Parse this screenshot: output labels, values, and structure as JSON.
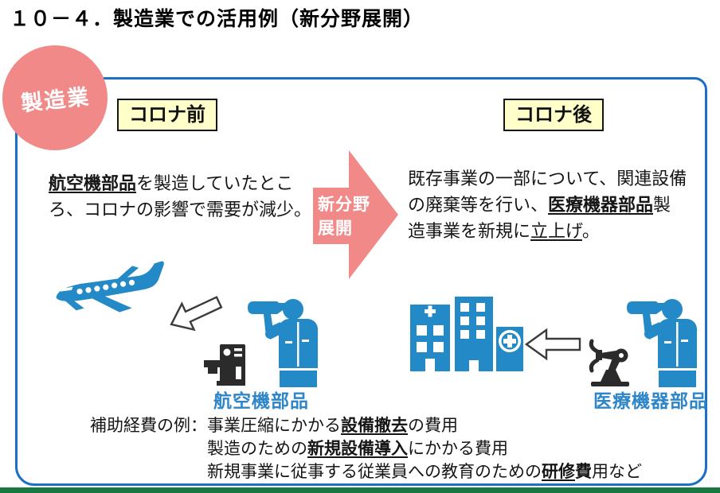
{
  "colors": {
    "accent_pink": "#F28989",
    "border_blue": "#1B6FC5",
    "icon_blue": "#2389C7",
    "caption_blue": "#2E86C8",
    "label_yellow": "#FFFFC9",
    "bottom_green": "#187841",
    "icon_black": "#2B2B2B"
  },
  "page": {
    "title": "１０－４．製造業での活用例（新分野展開）"
  },
  "badge": {
    "label": "製造業"
  },
  "arrow": {
    "label_line1": "新分野",
    "label_line2": "展開"
  },
  "before": {
    "label": "コロナ前",
    "description": [
      {
        "t": "航空機部品",
        "b": true,
        "u": true
      },
      {
        "t": "を製造していたとこ"
      },
      {
        "br": true
      },
      {
        "t": "ろ、コロナの影響で需要が減少。"
      }
    ],
    "caption": "航空機部品",
    "icons": [
      "airplane-icon",
      "hollow-arrow-left-icon",
      "milling-machine-icon",
      "factory-worker-icon"
    ]
  },
  "after": {
    "label": "コロナ後",
    "description": [
      {
        "t": "既存事業の一部について、関連設備"
      },
      {
        "br": true
      },
      {
        "t": "の廃棄等を行い、"
      },
      {
        "t": "医療機器部品",
        "b": true,
        "u": true
      },
      {
        "t": "製"
      },
      {
        "br": true
      },
      {
        "t": "造事業を新規に"
      },
      {
        "t": "立上げ",
        "u": true
      },
      {
        "t": "。"
      }
    ],
    "caption": "医療機器部品",
    "icons": [
      "hospital-icon",
      "hollow-arrow-left-icon",
      "robot-arm-icon",
      "factory-worker-icon"
    ]
  },
  "expenses": {
    "prefix": "補助経費の例：",
    "lines": [
      [
        {
          "t": "事業圧縮にかかる"
        },
        {
          "t": "設備撤去",
          "b": true,
          "u": true
        },
        {
          "t": "の費用"
        }
      ],
      [
        {
          "t": "製造のための"
        },
        {
          "t": "新規設備導入",
          "b": true,
          "u": true
        },
        {
          "t": "にかかる費用"
        }
      ],
      [
        {
          "t": "新規事業に従事する従業員への教育のための"
        },
        {
          "t": "研修",
          "b": true,
          "u": true
        },
        {
          "t": "費",
          "b": true
        },
        {
          "t": "用など"
        }
      ]
    ]
  }
}
